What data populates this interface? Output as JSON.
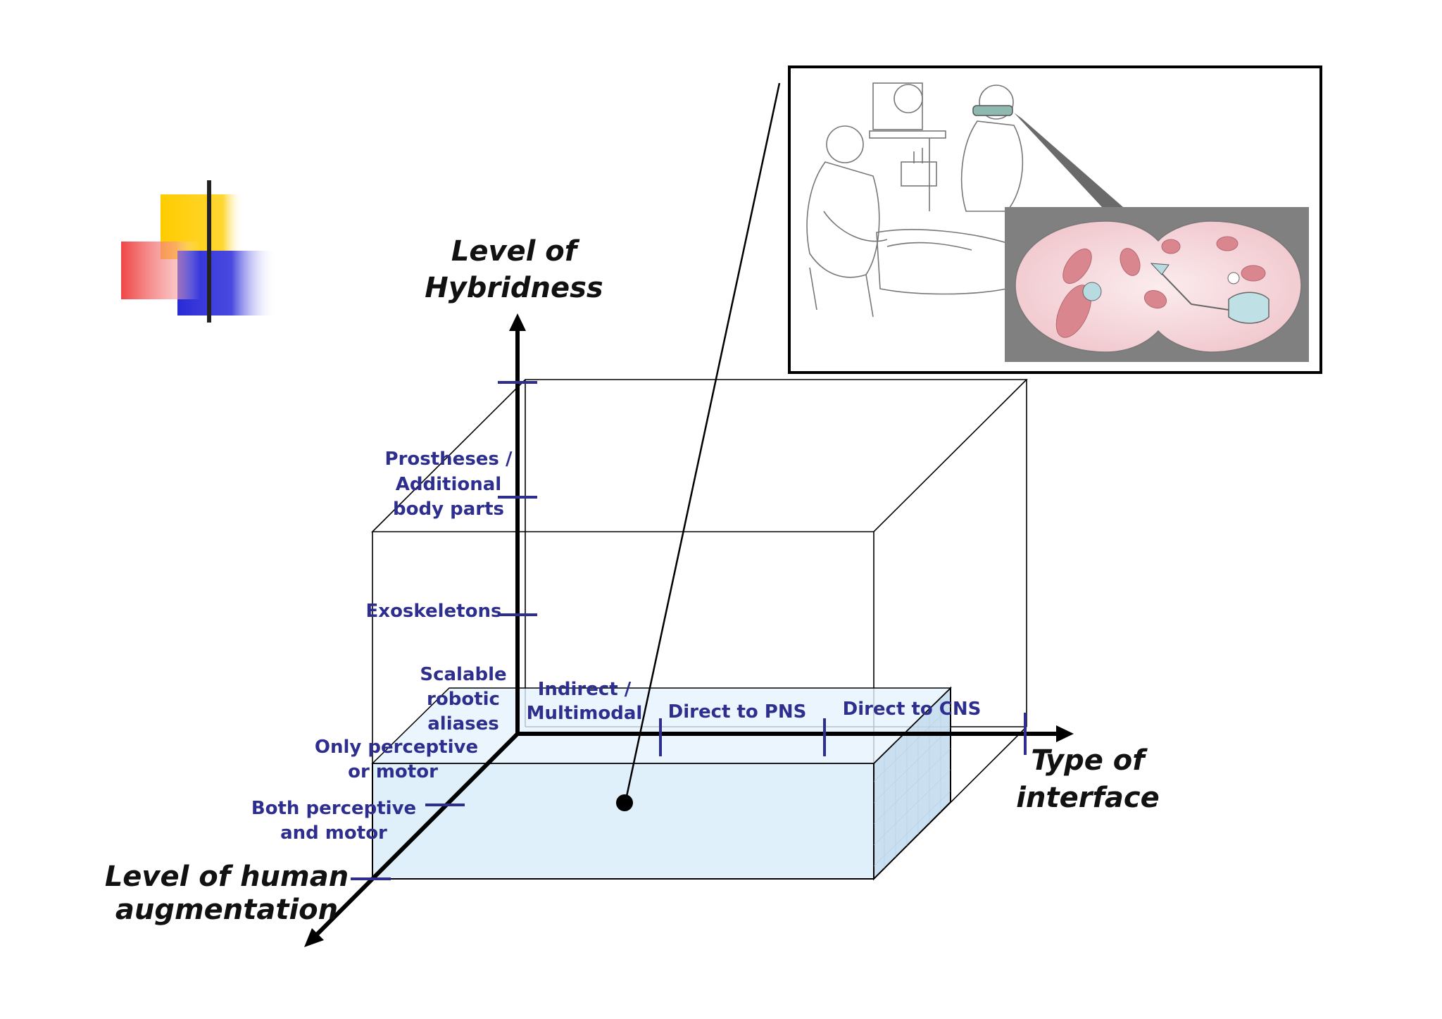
{
  "axes": {
    "vertical": {
      "title_lines": [
        "Level of",
        "Hybridness"
      ],
      "ticks": [
        [
          "Prostheses /",
          "Additional",
          "body parts"
        ],
        [
          "Exoskeletons"
        ],
        [
          "Scalable",
          "robotic",
          "aliases"
        ]
      ]
    },
    "horizontal": {
      "title_lines": [
        "Type of",
        "interface"
      ],
      "ticks": [
        [
          "Indirect /",
          "Multimodal"
        ],
        [
          "Direct to PNS"
        ],
        [
          "Direct to CNS"
        ]
      ]
    },
    "depth": {
      "title_lines": [
        "Level of human",
        "augmentation"
      ],
      "ticks": [
        [
          "Only perceptive",
          "or motor"
        ],
        [
          "Both perceptive",
          "and motor"
        ]
      ]
    }
  },
  "colors": {
    "label": "#2e2e8f",
    "tick": "#2e2e8f",
    "box_fill": "#dceefb",
    "inset_bg": "#808080",
    "inset_tissue": "#f6d9dc",
    "deco_yellow": "#ffcc00",
    "deco_red": "#ee3b3b",
    "deco_blue": "#2b2bd6"
  },
  "icons": {
    "inset": "surgical-scene-illustration",
    "decoration": "color-squares-logo"
  }
}
